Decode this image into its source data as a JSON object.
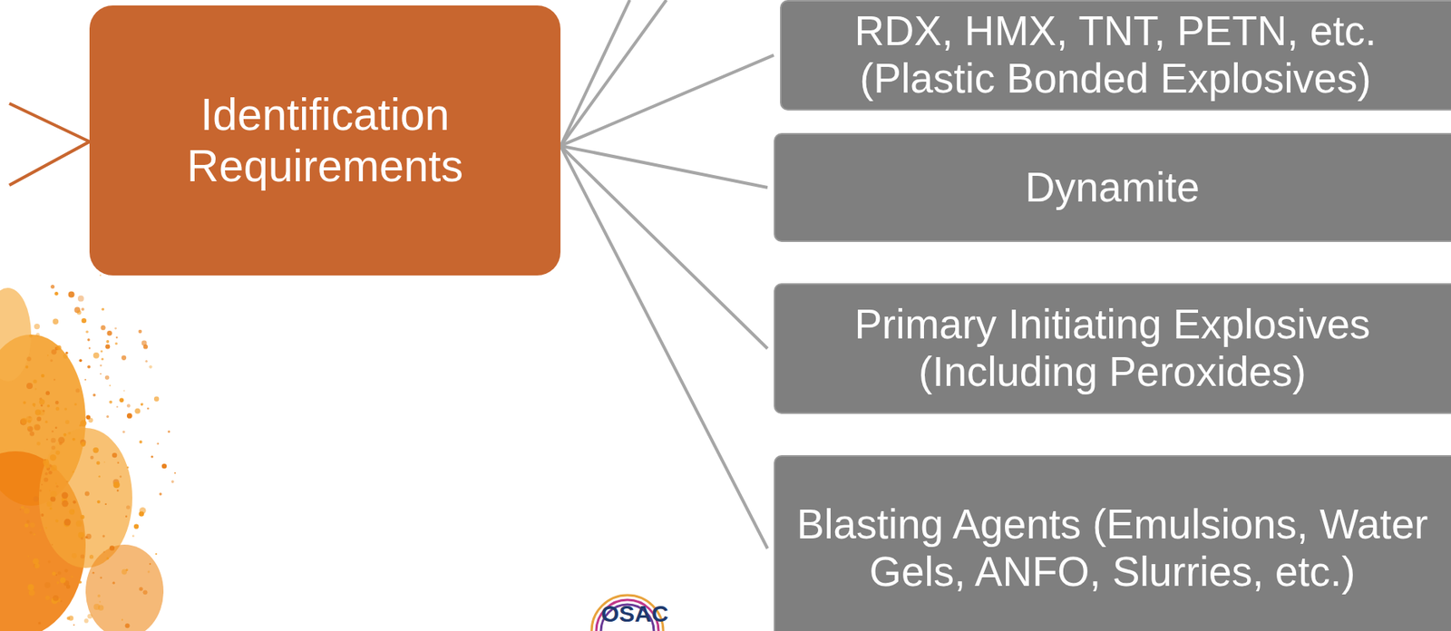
{
  "diagram": {
    "nodes": [
      {
        "text": [
          "Identification Requirements"
        ]
      },
      {
        "text": [
          "RDX, HMX, TNT, PETN, etc. (Plastic Bonded Explosives)"
        ]
      },
      {
        "text": [
          "Dynamite"
        ]
      },
      {
        "text": [
          "Primary Initiating Explosives (Including Peroxides)"
        ]
      },
      {
        "text": [
          "Blasting Agents (Emulsions, Water Gels, ANFO, Slurries, etc.)"
        ]
      }
    ],
    "edges": [
      {
        "from": 0,
        "to": 1,
        "arrow": "none"
      },
      {
        "from": 0,
        "to": 2,
        "arrow": "none"
      },
      {
        "from": 0,
        "to": 3,
        "arrow": "none"
      },
      {
        "from": 0,
        "to": 4,
        "arrow": "none"
      }
    ],
    "labels": [
      "OSAC"
    ]
  }
}
